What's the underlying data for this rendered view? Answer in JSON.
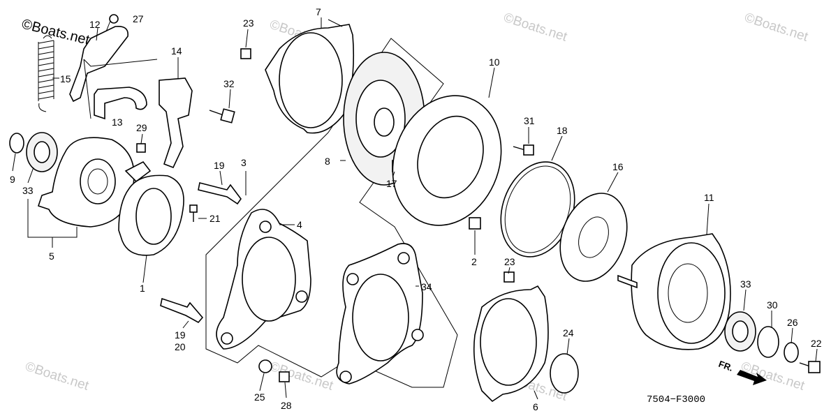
{
  "watermark": {
    "main": "©Boats.net",
    "faint": "©Boats.net"
  },
  "figure_code": "7504−F3000",
  "front_marker": "FR.",
  "callouts": {
    "c1": "1",
    "c2": "2",
    "c3": "3",
    "c4": "4",
    "c5": "5",
    "c6": "6",
    "c7": "7",
    "c8": "8",
    "c9": "9",
    "c10": "10",
    "c11": "11",
    "c12": "12",
    "c13": "13",
    "c14": "14",
    "c15": "15",
    "c16": "16",
    "c17": "17",
    "c18": "18",
    "c19a": "19",
    "c19b": "19",
    "c20": "20",
    "c21": "21",
    "c22": "22",
    "c23a": "23",
    "c23b": "23",
    "c24": "24",
    "c25": "25",
    "c26": "26",
    "c27": "27",
    "c28": "28",
    "c29": "29",
    "c30": "30",
    "c31": "31",
    "c32": "32",
    "c33a": "33",
    "c33b": "33",
    "c34": "34"
  }
}
